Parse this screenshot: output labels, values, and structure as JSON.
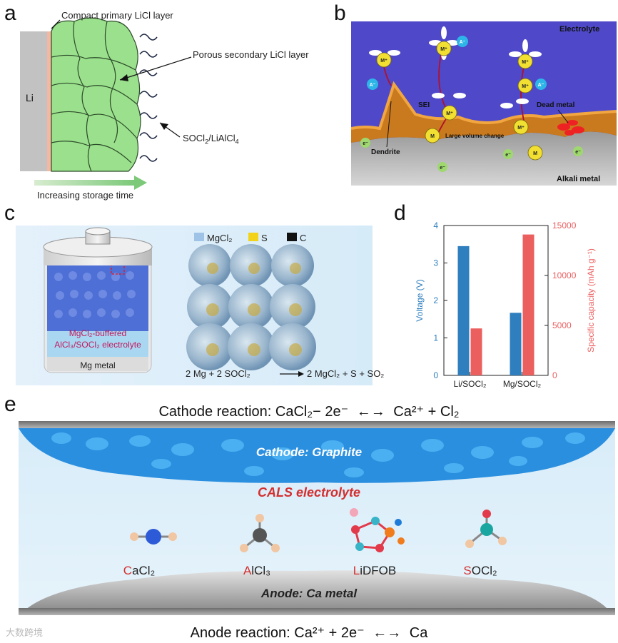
{
  "panels": {
    "a": {
      "label": "a",
      "compact_layer": "Compact primary LiCl layer",
      "porous_layer": "Porous secondary LiCl layer",
      "electrode": "Li",
      "electrolyte_main": "SOCl",
      "electrolyte_sub1": "2",
      "electrolyte_mid": "/LiAlCl",
      "electrolyte_sub2": "4",
      "time_arrow": "Increasing storage time"
    },
    "b": {
      "label": "b",
      "electrolyte": "Electrolyte",
      "alkali": "Alkali metal",
      "sei": "SEI",
      "dendrite": "Dendrite",
      "dead_metal": "Dead metal",
      "volume_change": "Large volume change",
      "cation": "M⁺",
      "anion": "A⁻",
      "metal": "M",
      "electron": "e⁻"
    },
    "c": {
      "label": "c",
      "electrolyte_l1": "MgCl₂-buffered",
      "electrolyte_l2": "AlCl₃/SOCl₂ electrolyte",
      "mg_metal": "Mg metal",
      "legend_mgcl2": "MgCl₂",
      "legend_s": "S",
      "legend_c": "C",
      "reaction_left": "2 Mg + 2 SOCl₂",
      "reaction_right": "2 MgCl₂ + S + SO₂"
    },
    "d": {
      "label": "d"
    },
    "e": {
      "label": "e",
      "cathode_reaction_left": "Cathode reaction: CaCl₂− 2e⁻",
      "cathode_reaction_right": "Ca²⁺ + Cl₂",
      "cathode": "Cathode: Graphite",
      "electrolyte": "CALS electrolyte",
      "anode": "Anode: Ca metal",
      "anode_reaction_left": "Anode reaction: Ca²⁺ + 2e⁻",
      "anode_reaction_right": "Ca",
      "molecules": [
        {
          "first": "C",
          "rest": "aCl₂"
        },
        {
          "first": "A",
          "rest": "lCl₃"
        },
        {
          "first": "L",
          "rest": "iDFOB"
        },
        {
          "first": "S",
          "rest": "OCl₂"
        }
      ]
    }
  },
  "chart_data": {
    "type": "bar",
    "categories": [
      "Li/SOCl₂",
      "Mg/SOCl₂"
    ],
    "series": [
      {
        "name": "Voltage (V)",
        "axis": "left",
        "color": "#2f7fbf",
        "values": [
          3.45,
          1.67
        ]
      },
      {
        "name": "Specific capacity (mAh g⁻¹)",
        "axis": "right",
        "color": "#ec5f5f",
        "values": [
          4700,
          14100
        ]
      }
    ],
    "ylabel_left": "Voltage (V)",
    "ylabel_right": "Specific capacity (mAh g⁻¹)",
    "ylim_left": [
      0,
      4
    ],
    "ylim_right": [
      0,
      15000
    ],
    "yticks_left": [
      "0",
      "1",
      "2",
      "3",
      "4"
    ],
    "yticks_right": [
      "0",
      "5000",
      "10000",
      "15000"
    ],
    "left_axis_color": "#2f7fbf",
    "right_axis_color": "#ec5f5f"
  },
  "watermark": "大数跨境"
}
